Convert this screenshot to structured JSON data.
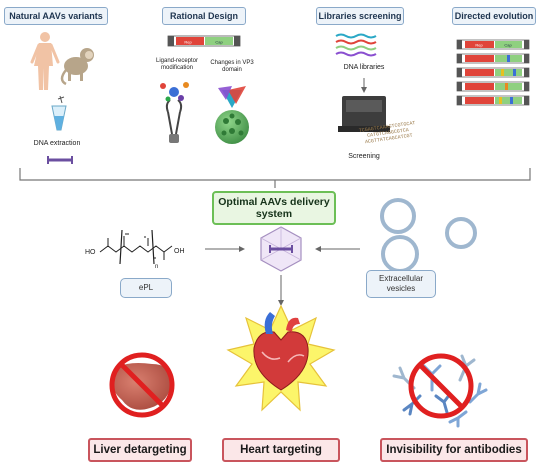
{
  "headers": {
    "natural": "Natural AAVs variants",
    "rational": "Rational Design",
    "libraries": "Libraries screening",
    "directed": "Directed evolution"
  },
  "labels": {
    "dna_extraction": "DNA extraction",
    "ligand_receptor": "Ligand-receptor\nmodification",
    "vp3": "Changes in VP3\ndomain",
    "dna_libraries": "DNA libraries",
    "screening": "Screening",
    "rep": "Rep",
    "cap": "Cap",
    "ho": "HO",
    "oh": "OH",
    "n": "n",
    "seq_text": "TCGAGTCAAAGTCGTGCAT\nCATGTCAGGCGTCA\nACGTTATCAGCATCGT"
  },
  "center": {
    "title": "Optimal AAVs delivery\nsystem",
    "epl": "ePL",
    "vesicles": "Extracellular\nvesicles"
  },
  "outcomes": {
    "liver": "Liver detargeting",
    "heart": "Heart targeting",
    "antibodies": "Invisibility for antibodies"
  },
  "colors": {
    "header_border": "#8aa9c9",
    "center_border": "#6cbf56",
    "outcome_border": "#c9555d",
    "rep_color": "#e0443a",
    "cap_color": "#8fd080",
    "no_symbol": "#e02020"
  }
}
